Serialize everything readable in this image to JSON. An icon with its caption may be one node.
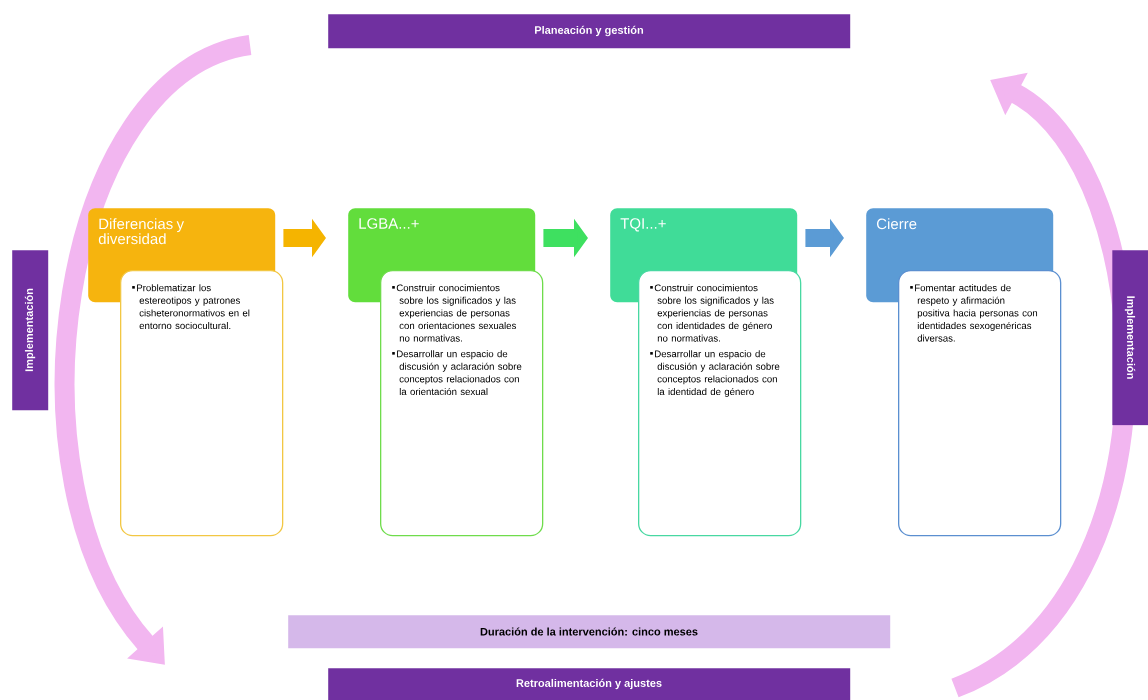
{
  "diagram": {
    "nodes": [
      {
        "text": [
          "Diferencias y diversidad"
        ]
      },
      {
        "text": [
          "Problematizar los estereotipos y patrones cisheteronormativos en el entorno sociocultural."
        ]
      },
      {
        "text": [
          "LGBA...+"
        ]
      },
      {
        "text": [
          "Construir conocimientos sobre los significados y las experiencias de personas con orientaciones sexuales no normativas.",
          "Desarrollar un espacio de discusión y aclaración sobre conceptos relacionados con la orientación sexual"
        ]
      },
      {
        "text": [
          "TQI...+"
        ]
      },
      {
        "text": [
          "Construir conocimientos sobre los significados y las experiencias de personas con identidades de género no normativas.",
          "Desarrollar un espacio de discusión y aclaración sobre conceptos relacionados con la identidad de género"
        ]
      },
      {
        "text": [
          "Cierre"
        ]
      },
      {
        "text": [
          "Fomentar actitudes de respeto y afirmación positiva hacia personas con identidades sexogenéricas diversas."
        ]
      },
      {
        "text": [
          "Planeación y gestión"
        ]
      },
      {
        "text": [
          "Implementación"
        ]
      },
      {
        "text": [
          "Implementación"
        ]
      },
      {
        "text": [
          "Duración de la intervención: cinco meses"
        ]
      },
      {
        "text": [
          "Retroalimentación y ajustes"
        ]
      }
    ],
    "edges": [
      {
        "from": 0,
        "to": 2,
        "arrow": "to",
        "color": "#f5b400"
      },
      {
        "from": 2,
        "to": 4,
        "arrow": "to",
        "color": "#3ee060"
      },
      {
        "from": 4,
        "to": 6,
        "arrow": "to",
        "color": "#5b9bd5"
      }
    ]
  }
}
